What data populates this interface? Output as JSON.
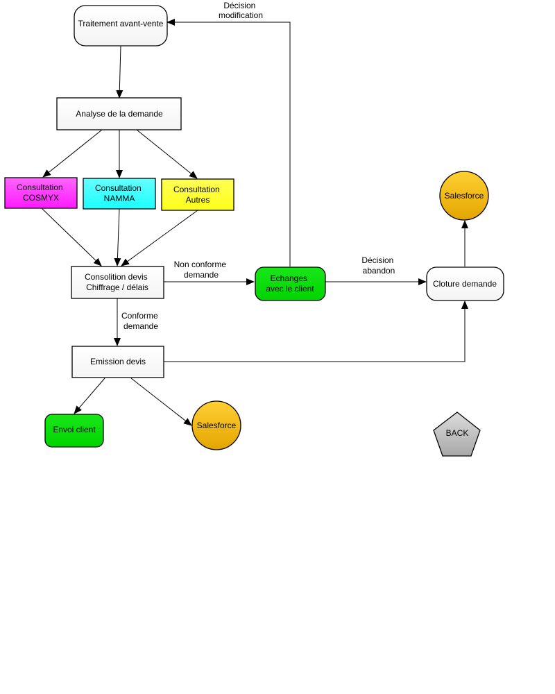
{
  "colors": {
    "node_default": "#f4f4f4",
    "magenta": "#ff1aff",
    "cyan": "#1affff",
    "yellow": "#ffff1a",
    "green": "#19e619",
    "green_dark": "#00d400",
    "salesforce_light": "#ffd033",
    "salesforce_dark": "#e3a500",
    "back_light": "#dcdcdc",
    "back_dark": "#a8a8a8"
  },
  "nodes": {
    "traitement": {
      "label": [
        "Traitement avant-vente"
      ]
    },
    "analyse": {
      "label": [
        "Analyse de la demande"
      ]
    },
    "cosmyx": {
      "label": [
        "Consultation",
        "COSMYX"
      ]
    },
    "namma": {
      "label": [
        "Consultation",
        "NAMMA"
      ]
    },
    "autres": {
      "label": [
        "Consultation",
        "Autres"
      ]
    },
    "consolidation": {
      "label": [
        "Consolition devis",
        "Chiffrage / délais"
      ]
    },
    "echanges": {
      "label": [
        "Echanges",
        "avec le client"
      ]
    },
    "cloture": {
      "label": [
        "Cloture demande"
      ]
    },
    "salesforce_top": {
      "label": [
        "Salesforce"
      ]
    },
    "emission": {
      "label": [
        "Emission devis"
      ]
    },
    "envoi": {
      "label": [
        "Envoi client"
      ]
    },
    "salesforce_bottom": {
      "label": [
        "Salesforce"
      ]
    },
    "back": {
      "label": [
        "BACK"
      ]
    }
  },
  "edge_labels": {
    "decision_modification": [
      "Décision",
      "modification"
    ],
    "non_conforme": [
      "Non conforme",
      "demande"
    ],
    "decision_abandon": [
      "Décision",
      "abandon"
    ],
    "conforme": [
      "Conforme",
      "demande"
    ]
  }
}
